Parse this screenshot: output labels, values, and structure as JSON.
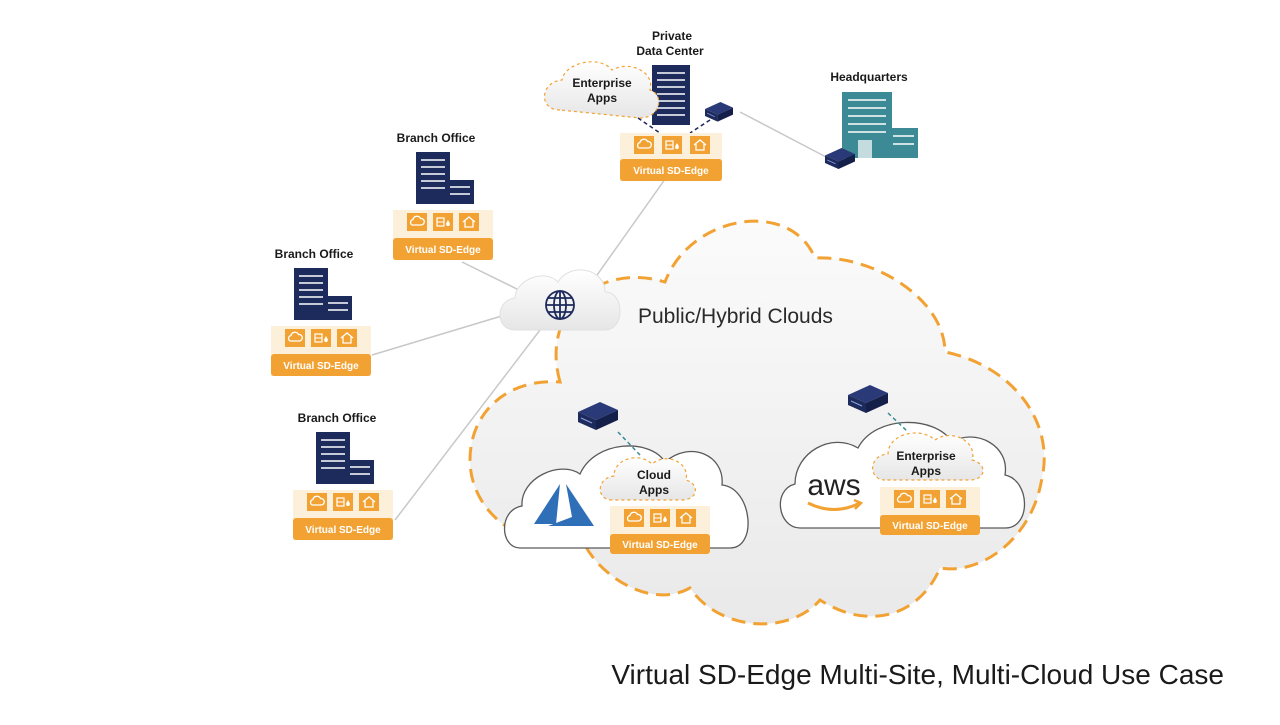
{
  "caption": "Virtual SD-Edge Multi-Site, Multi-Cloud Use Case",
  "edge_label": "Virtual SD-Edge",
  "public_clouds_label": "Public/Hybrid Clouds",
  "datacenter": {
    "title_line1": "Private",
    "title_line2": "Data Center",
    "apps_line1": "Enterprise",
    "apps_line2": "Apps"
  },
  "headquarters": {
    "title": "Headquarters"
  },
  "branches": [
    {
      "title": "Branch Office"
    },
    {
      "title": "Branch Office"
    },
    {
      "title": "Branch Office"
    }
  ],
  "azure": {
    "apps_line1": "Cloud",
    "apps_line2": "Apps"
  },
  "aws": {
    "logo_text": "aws",
    "apps_line1": "Enterprise",
    "apps_line2": "Apps"
  },
  "colors": {
    "navy": "#1d2a5c",
    "teal": "#3c8a95",
    "orange": "#f2a233",
    "azure": "#2f6fb8",
    "line": "#c8c8c8"
  },
  "icons": [
    "globe-icon",
    "cloud-icon",
    "firewall-icon",
    "home-icon",
    "server-appliance-icon",
    "building-icon",
    "azure-logo-icon",
    "aws-logo-icon"
  ]
}
